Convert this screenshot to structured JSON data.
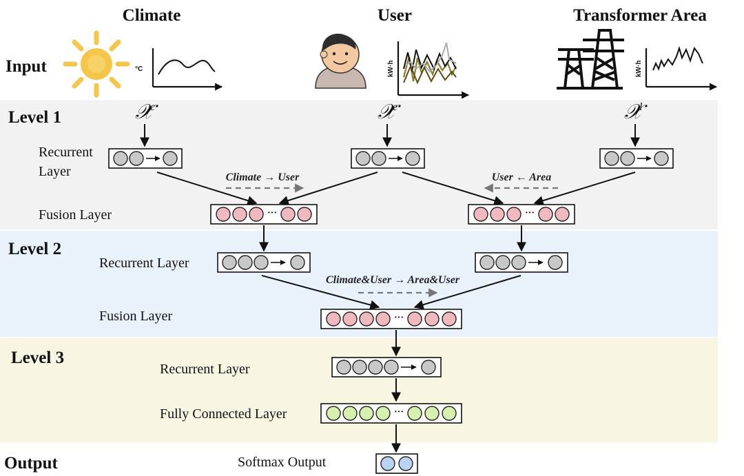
{
  "headers": {
    "climate": "Climate",
    "user": "User",
    "area": "Transformer Area"
  },
  "rows": {
    "input": "Input",
    "level1": "Level 1",
    "level2": "Level 2",
    "level3": "Level 3",
    "output": "Output"
  },
  "units": {
    "temperature": "°C",
    "energy_user": "kW·h",
    "energy_area": "kW·h"
  },
  "symbols": {
    "xc_base": "𝒳",
    "xc_sup": "c",
    "xe_base": "𝒳",
    "xe_sup": "e",
    "xl_base": "𝒳",
    "xl_sup": "l"
  },
  "labels": {
    "l1_recurrent_line1": "Recurrent",
    "l1_recurrent_line2": "Layer",
    "l1_fusion": "Fusion Layer",
    "l2_recurrent": "Recurrent Layer",
    "l2_fusion": "Fusion Layer",
    "l3_recurrent": "Recurrent Layer",
    "l3_fc": "Fully Connected Layer",
    "softmax": "Softmax Output"
  },
  "flows": {
    "climate_to_user": "Climate → User",
    "user_from_area": "User ← Area",
    "climateuser_to_areauser": "Climate&User → Area&User"
  },
  "ellipsis": "···",
  "colors": {
    "level1_band": "#f2f2f2",
    "level2_band": "#e9f1fb",
    "level3_band": "#f8f5e3",
    "recurrent_node": "#c8c8c8",
    "fusion_node": "#f0b8bf",
    "fc_node": "#d6f0b0",
    "softmax_node": "#b8d4f2",
    "sun": "#f5c64a",
    "person_skin": "#f2c9a0",
    "person_shirt": "#c9b8b0"
  }
}
